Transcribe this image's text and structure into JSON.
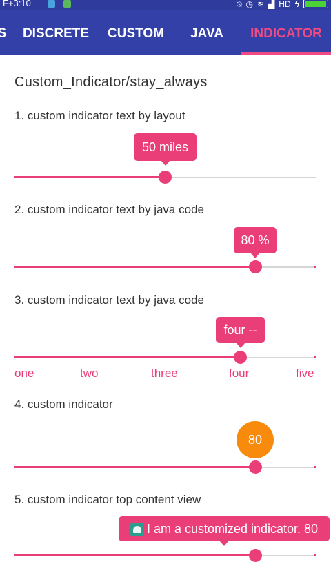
{
  "status_bar": {
    "time": "F+3:10",
    "network": "HD",
    "colors": {
      "bg": "#2f3c9e",
      "battery": "#4cd137"
    },
    "icons": [
      "notification-icon-1",
      "notification-icon-2",
      "mute-icon",
      "alarm-icon",
      "wifi-icon",
      "signal-icon",
      "charging-icon",
      "battery-icon"
    ]
  },
  "tabs": [
    {
      "label": "S",
      "active": false
    },
    {
      "label": "DISCRETE",
      "active": false
    },
    {
      "label": "CUSTOM",
      "active": false
    },
    {
      "label": "JAVA",
      "active": false
    },
    {
      "label": "INDICATOR",
      "active": true
    }
  ],
  "theme": {
    "app_bar": "#3240a8",
    "accent": "#ef4a82",
    "orange": "#f88b0b"
  },
  "page": {
    "heading": "Custom_Indicator/stay_always"
  },
  "sections": [
    {
      "label": "1. custom indicator text by layout",
      "indicator": "50 miles",
      "progress": 0.5
    },
    {
      "label": "2. custom indicator text by java code",
      "indicator": "80 %",
      "progress": 0.8
    },
    {
      "label": "3. custom indicator text by java code",
      "indicator": "four --",
      "progress": 0.75,
      "ticks": [
        "one",
        "two",
        "three",
        "four",
        "five"
      ]
    },
    {
      "label": "4. custom indicator",
      "indicator": "80",
      "progress": 0.8
    },
    {
      "label": "5. custom indicator top content view",
      "indicator": "I am a customized indicator. 80",
      "progress": 0.8
    }
  ]
}
